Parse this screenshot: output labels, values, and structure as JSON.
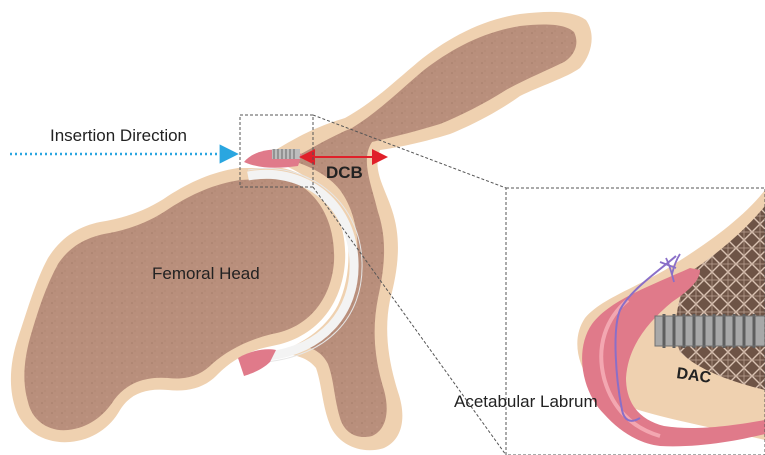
{
  "labels": {
    "insertion_direction": "Insertion Direction",
    "dcb": "DCB",
    "femoral_head": "Femoral Head",
    "acetabular_labrum": "Acetabular Labrum",
    "dac": "DAC"
  },
  "colors": {
    "cortical_bone": "#efd1b0",
    "cancellous_bone": "#b98f7c",
    "cartilage": "#f3f3f3",
    "labrum": "#e07a8a",
    "arrow_blue": "#2aa6e0",
    "arrow_red": "#e0202a",
    "suture": "#8a6fc8",
    "anchor": "#a8a8a8"
  }
}
